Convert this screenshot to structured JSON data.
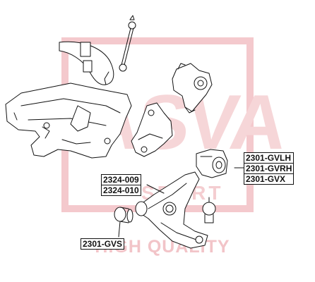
{
  "watermark": {
    "brand": "ASVA",
    "sub": "SPORT",
    "tagline": "HIGH QUALITY",
    "color": "#e8a0a6"
  },
  "labels": {
    "bushing_group": [
      "2301-GVLH",
      "2301-GVRH",
      "2301-GVX"
    ],
    "arm_group": [
      "2324-009",
      "2324-010"
    ],
    "small_bushing": "2301-GVS"
  },
  "colors": {
    "line": "#111111",
    "watermark": "#f0c0c5"
  }
}
